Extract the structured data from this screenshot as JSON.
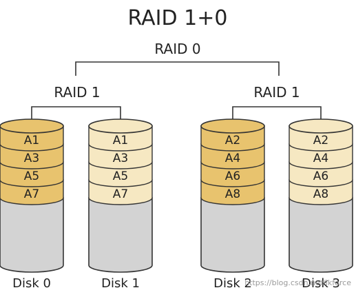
{
  "diagram": {
    "title": "RAID 1+0",
    "top_label": "RAID 0",
    "groups": [
      {
        "label": "RAID 1"
      },
      {
        "label": "RAID 1"
      }
    ],
    "disks": [
      {
        "label": "Disk 0",
        "blocks": [
          "A1",
          "A3",
          "A5",
          "A7"
        ],
        "style": "primary"
      },
      {
        "label": "Disk 1",
        "blocks": [
          "A1",
          "A3",
          "A5",
          "A7"
        ],
        "style": "mirror"
      },
      {
        "label": "Disk 2",
        "blocks": [
          "A2",
          "A4",
          "A6",
          "A8"
        ],
        "style": "primary"
      },
      {
        "label": "Disk 3",
        "blocks": [
          "A2",
          "A4",
          "A6",
          "A8"
        ],
        "style": "mirror"
      }
    ],
    "watermark": "https://blog.csdn.net/lkforce"
  },
  "colors": {
    "primary_fill": "#e8c36e",
    "mirror_fill": "#f6e8c2",
    "empty_fill": "#d3d3d3",
    "stroke": "#333333"
  }
}
